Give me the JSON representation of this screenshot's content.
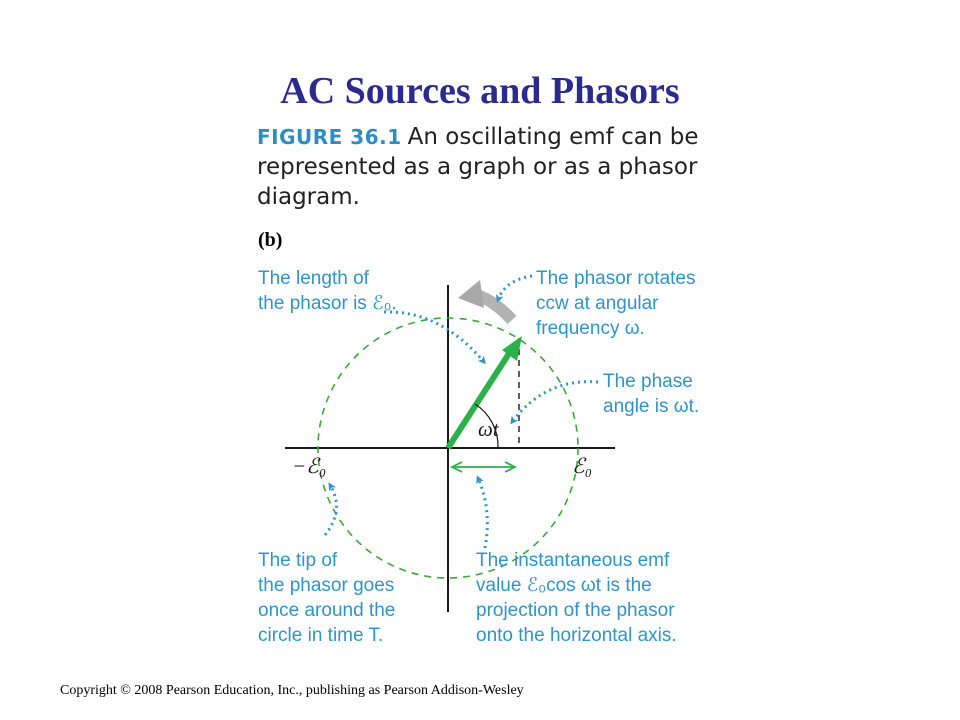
{
  "slide": {
    "title": "AC Sources and Phasors"
  },
  "caption": {
    "label": "FIGURE 36.1",
    "text": "An oscillating emf can be represented as a graph or as a phasor diagram."
  },
  "panel_label": "(b)",
  "annotations": {
    "length": [
      "The length of",
      "the phasor is ℰ₀."
    ],
    "rotates": [
      "The phasor rotates",
      "ccw at angular",
      "frequency ω."
    ],
    "phase": [
      "The phase",
      "angle is ωt."
    ],
    "tip": [
      "The tip of",
      "the phasor goes",
      "once around the",
      "circle in time T."
    ],
    "emf": [
      "The instantaneous emf",
      "value ℰ₀cos ωt is the",
      "projection of the phasor",
      "onto the horizontal axis."
    ]
  },
  "axis_labels": {
    "neg": "−ℰ₀",
    "pos": "ℰ₀",
    "angle": "ωt"
  },
  "colors": {
    "title": "#2b2b8f",
    "note": "#2f95c9",
    "phasor": "#2bb04a",
    "circle": "#3aa83a",
    "rotate_arrow": "#b3b3b3"
  },
  "footer": "Copyright © 2008 Pearson Education, Inc., publishing as Pearson Addison-Wesley"
}
